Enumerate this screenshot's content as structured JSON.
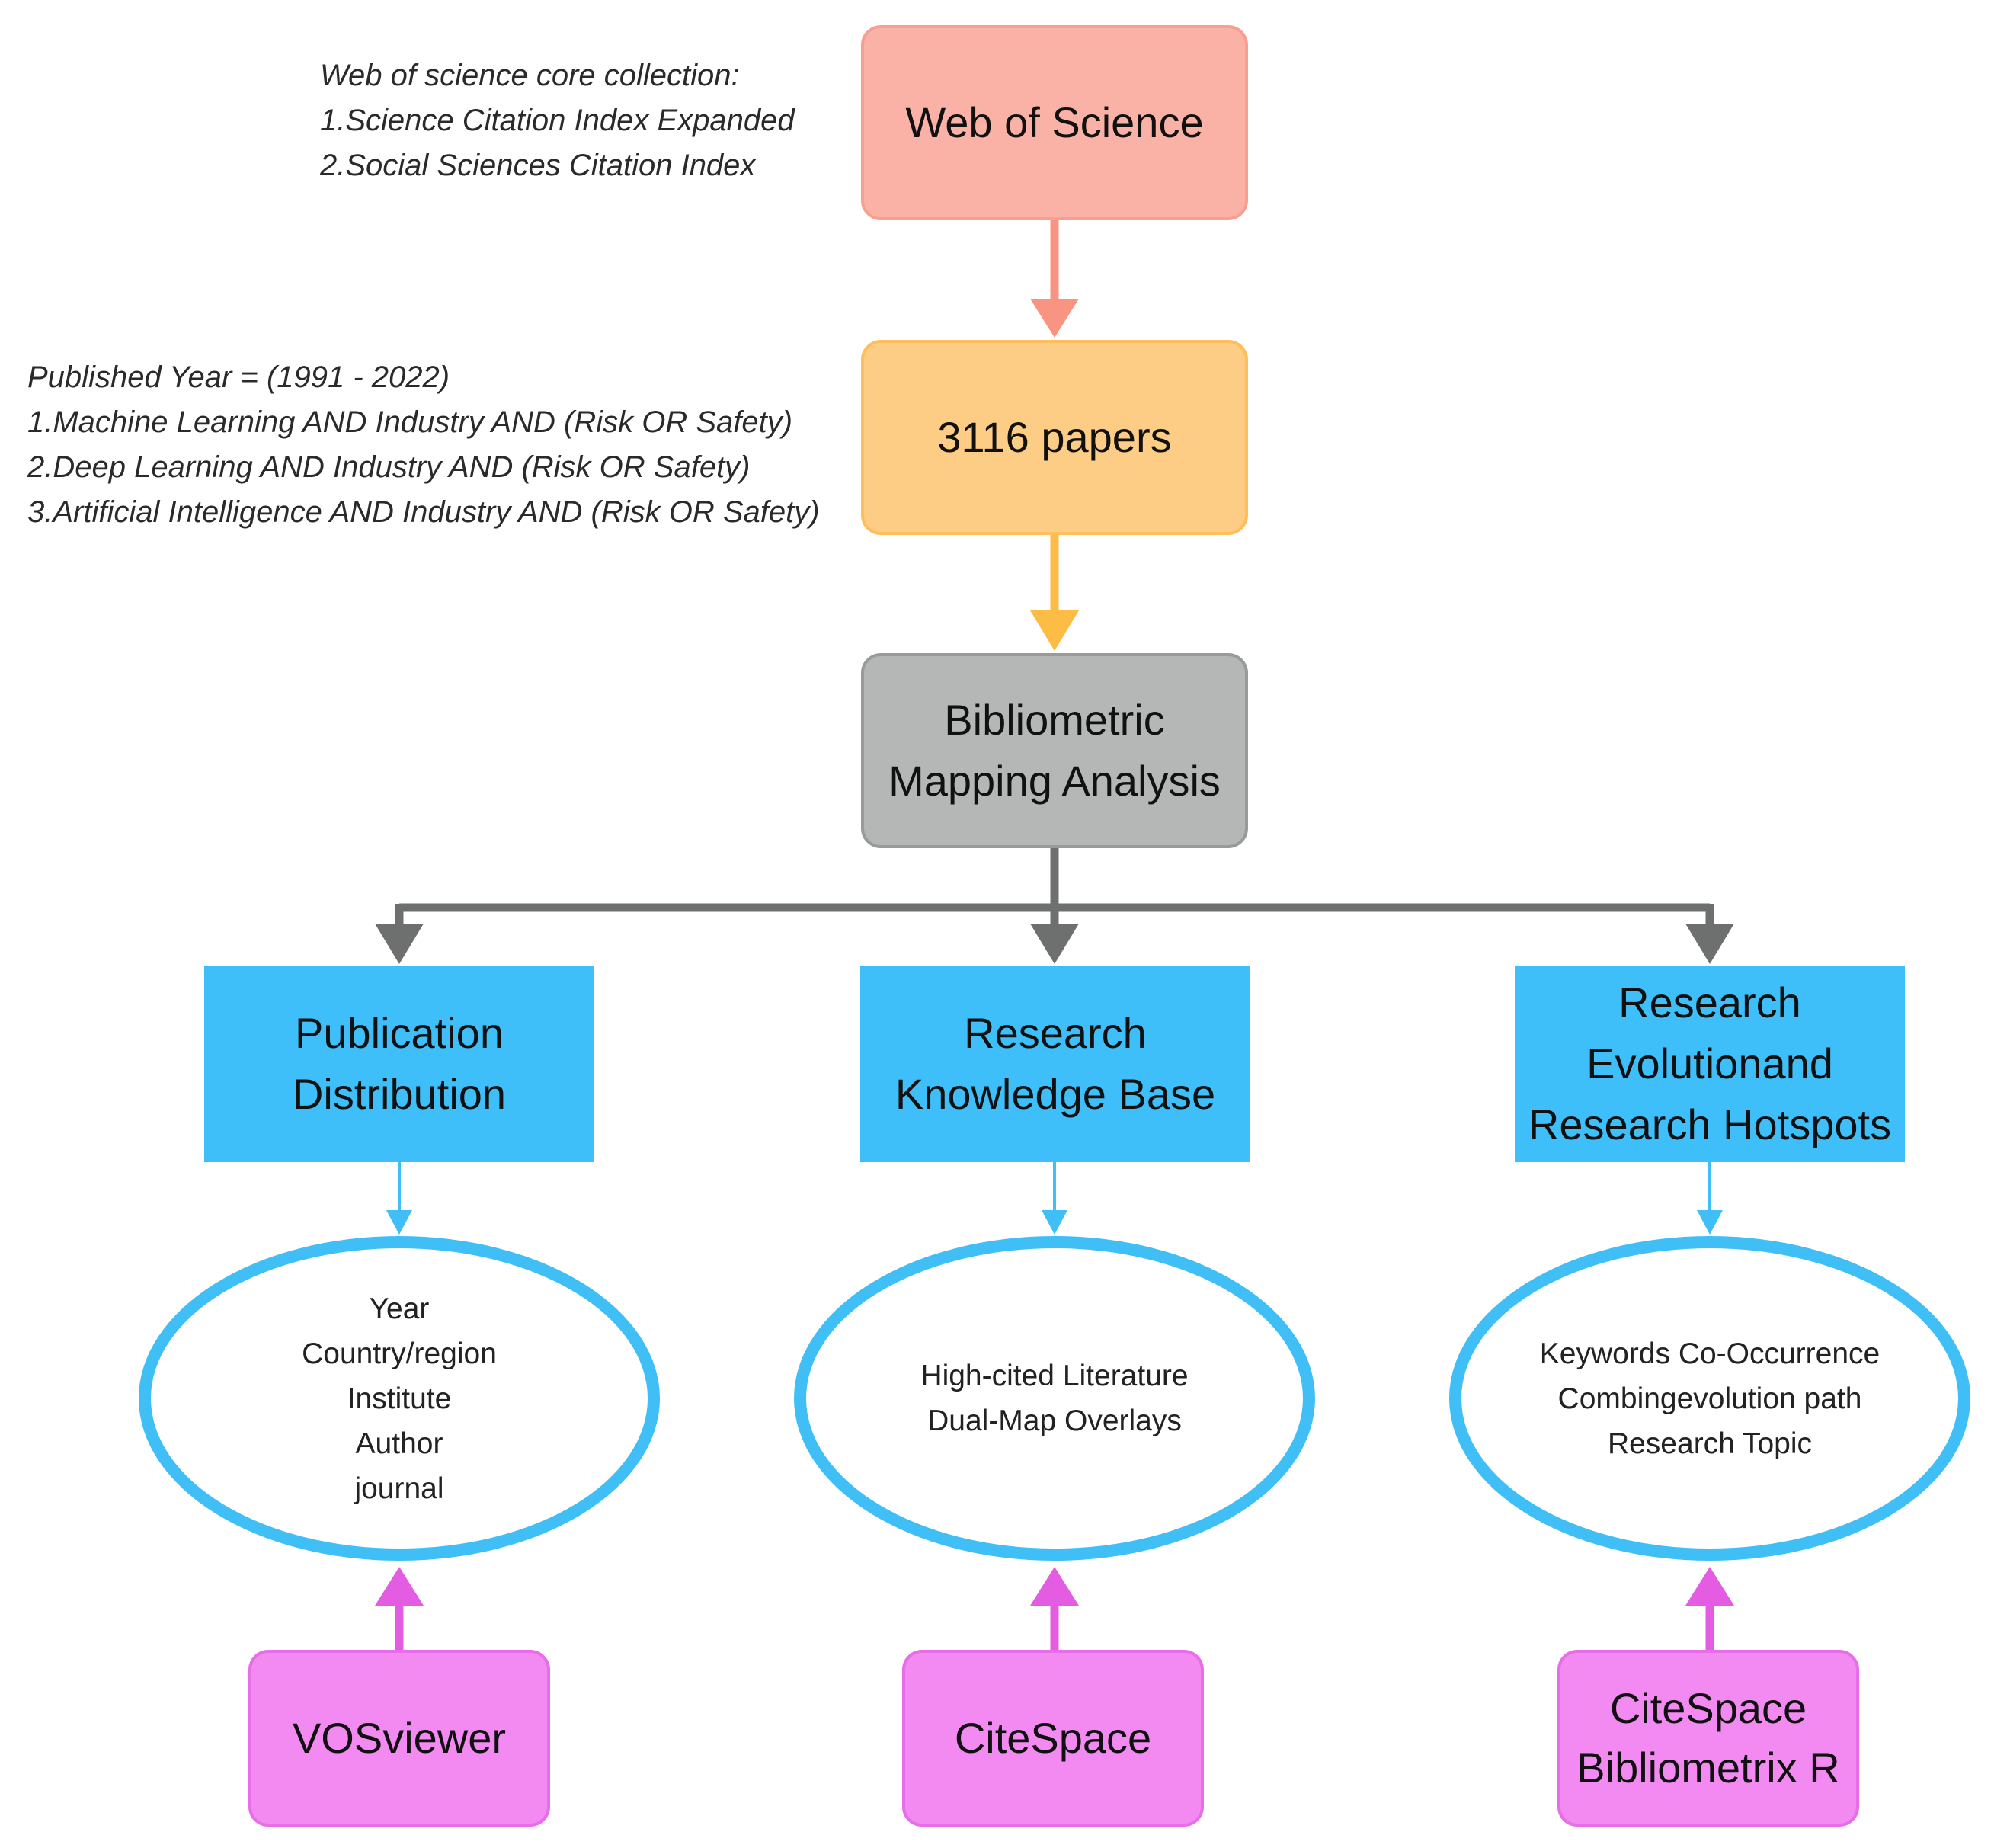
{
  "notes": {
    "source": [
      "Web of science core collection:",
      "1.Science Citation Index Expanded",
      "2.Social Sciences Citation Index"
    ],
    "query": [
      "Published Year = (1991 - 2022)",
      "1.Machine Learning  AND Industry AND (Risk OR Safety)",
      "2.Deep Learning AND  Industry AND (Risk OR Safety)",
      "3.Artificial  Intelligence AND Industry AND (Risk OR Safety)"
    ]
  },
  "steps": {
    "source": "Web of Science",
    "papers": "3116 papers",
    "analysis": [
      "Bibliometric",
      "Mapping Analysis"
    ]
  },
  "categories": [
    {
      "title": [
        "Publication",
        "Distribution"
      ],
      "items": [
        "Year",
        "Country/region",
        "Institute",
        "Author",
        "journal"
      ],
      "tool": [
        "VOSviewer"
      ]
    },
    {
      "title": [
        "Research",
        "Knowledge Base"
      ],
      "items": [
        "High-cited Literature",
        "Dual-Map Overlays"
      ],
      "tool": [
        "CiteSpace"
      ]
    },
    {
      "title": [
        "Research",
        "Evolutionand",
        "Research Hotspots"
      ],
      "items": [
        "Keywords Co-Occurrence",
        "Combingevolution path",
        "Research Topic"
      ],
      "tool": [
        "CiteSpace",
        "Bibliometrix R"
      ]
    }
  ],
  "colors": {
    "source_fill": "#fbb2a6",
    "source_arrow": "#f99483",
    "papers_fill": "#fdcc85",
    "papers_arrow": "#fcbc45",
    "analysis_fill": "#b5b7b7",
    "branch_arrow": "#6e7070",
    "category_fill": "#3fbff9",
    "ellipse_border": "#40bff6",
    "tool_fill": "#f28af1",
    "tool_arrow": "#e35ce2"
  }
}
